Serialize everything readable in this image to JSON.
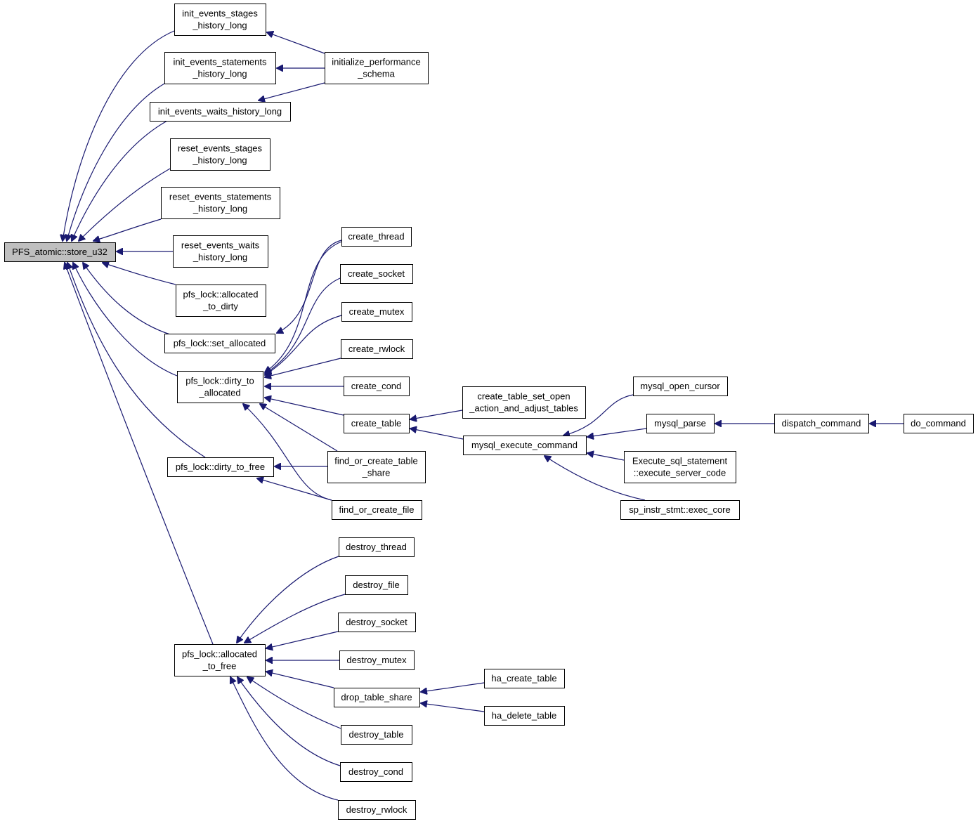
{
  "diagram": {
    "title": "",
    "colors": {
      "edge": "#191970",
      "node_border": "#000000",
      "node_fill": "#ffffff",
      "root_fill": "#bfbfbf"
    },
    "nodes": [
      {
        "id": "store_u32",
        "lines": [
          "PFS_atomic::store_u32"
        ],
        "root": true
      },
      {
        "id": "init_events_stages_history_long",
        "lines": [
          "init_events_stages",
          "_history_long"
        ]
      },
      {
        "id": "init_events_statements_history_long",
        "lines": [
          "init_events_statements",
          "_history_long"
        ]
      },
      {
        "id": "init_events_waits_history_long",
        "lines": [
          "init_events_waits_history_long"
        ]
      },
      {
        "id": "initialize_performance_schema",
        "lines": [
          "initialize_performance",
          "_schema"
        ]
      },
      {
        "id": "reset_events_stages_history_long",
        "lines": [
          "reset_events_stages",
          "_history_long"
        ]
      },
      {
        "id": "reset_events_statements_history_long",
        "lines": [
          "reset_events_statements",
          "_history_long"
        ]
      },
      {
        "id": "reset_events_waits_history_long",
        "lines": [
          "reset_events_waits",
          "_history_long"
        ]
      },
      {
        "id": "allocated_to_dirty",
        "lines": [
          "pfs_lock::allocated",
          "_to_dirty"
        ]
      },
      {
        "id": "set_allocated",
        "lines": [
          "pfs_lock::set_allocated"
        ]
      },
      {
        "id": "dirty_to_allocated",
        "lines": [
          "pfs_lock::dirty_to",
          "_allocated"
        ]
      },
      {
        "id": "dirty_to_free",
        "lines": [
          "pfs_lock::dirty_to_free"
        ]
      },
      {
        "id": "allocated_to_free",
        "lines": [
          "pfs_lock::allocated",
          "_to_free"
        ]
      },
      {
        "id": "create_thread",
        "lines": [
          "create_thread"
        ]
      },
      {
        "id": "create_socket",
        "lines": [
          "create_socket"
        ]
      },
      {
        "id": "create_mutex",
        "lines": [
          "create_mutex"
        ]
      },
      {
        "id": "create_rwlock",
        "lines": [
          "create_rwlock"
        ]
      },
      {
        "id": "create_cond",
        "lines": [
          "create_cond"
        ]
      },
      {
        "id": "create_table",
        "lines": [
          "create_table"
        ]
      },
      {
        "id": "find_or_create_table_share",
        "lines": [
          "find_or_create_table",
          "_share"
        ]
      },
      {
        "id": "find_or_create_file",
        "lines": [
          "find_or_create_file"
        ]
      },
      {
        "id": "create_table_set_open",
        "lines": [
          "create_table_set_open",
          "_action_and_adjust_tables"
        ]
      },
      {
        "id": "mysql_execute_command",
        "lines": [
          "mysql_execute_command"
        ]
      },
      {
        "id": "mysql_open_cursor",
        "lines": [
          "mysql_open_cursor"
        ]
      },
      {
        "id": "mysql_parse",
        "lines": [
          "mysql_parse"
        ]
      },
      {
        "id": "execute_server_code",
        "lines": [
          "Execute_sql_statement",
          "::execute_server_code"
        ]
      },
      {
        "id": "exec_core",
        "lines": [
          "sp_instr_stmt::exec_core"
        ]
      },
      {
        "id": "dispatch_command",
        "lines": [
          "dispatch_command"
        ]
      },
      {
        "id": "do_command",
        "lines": [
          "do_command"
        ]
      },
      {
        "id": "destroy_thread",
        "lines": [
          "destroy_thread"
        ]
      },
      {
        "id": "destroy_file",
        "lines": [
          "destroy_file"
        ]
      },
      {
        "id": "destroy_socket",
        "lines": [
          "destroy_socket"
        ]
      },
      {
        "id": "destroy_mutex",
        "lines": [
          "destroy_mutex"
        ]
      },
      {
        "id": "drop_table_share",
        "lines": [
          "drop_table_share"
        ]
      },
      {
        "id": "destroy_table",
        "lines": [
          "destroy_table"
        ]
      },
      {
        "id": "destroy_cond",
        "lines": [
          "destroy_cond"
        ]
      },
      {
        "id": "destroy_rwlock",
        "lines": [
          "destroy_rwlock"
        ]
      },
      {
        "id": "ha_create_table",
        "lines": [
          "ha_create_table"
        ]
      },
      {
        "id": "ha_delete_table",
        "lines": [
          "ha_delete_table"
        ]
      }
    ],
    "edges": [
      [
        "init_events_stages_history_long",
        "store_u32"
      ],
      [
        "init_events_statements_history_long",
        "store_u32"
      ],
      [
        "init_events_waits_history_long",
        "store_u32"
      ],
      [
        "reset_events_stages_history_long",
        "store_u32"
      ],
      [
        "reset_events_statements_history_long",
        "store_u32"
      ],
      [
        "reset_events_waits_history_long",
        "store_u32"
      ],
      [
        "allocated_to_dirty",
        "store_u32"
      ],
      [
        "set_allocated",
        "store_u32"
      ],
      [
        "dirty_to_allocated",
        "store_u32"
      ],
      [
        "dirty_to_free",
        "store_u32"
      ],
      [
        "allocated_to_free",
        "store_u32"
      ],
      [
        "initialize_performance_schema",
        "init_events_stages_history_long"
      ],
      [
        "initialize_performance_schema",
        "init_events_statements_history_long"
      ],
      [
        "initialize_performance_schema",
        "init_events_waits_history_long"
      ],
      [
        "create_thread",
        "set_allocated"
      ],
      [
        "create_thread",
        "dirty_to_allocated"
      ],
      [
        "create_socket",
        "dirty_to_allocated"
      ],
      [
        "create_mutex",
        "dirty_to_allocated"
      ],
      [
        "create_rwlock",
        "dirty_to_allocated"
      ],
      [
        "create_cond",
        "dirty_to_allocated"
      ],
      [
        "create_table",
        "dirty_to_allocated"
      ],
      [
        "find_or_create_table_share",
        "dirty_to_allocated"
      ],
      [
        "find_or_create_file",
        "dirty_to_allocated"
      ],
      [
        "find_or_create_table_share",
        "dirty_to_free"
      ],
      [
        "find_or_create_file",
        "dirty_to_free"
      ],
      [
        "create_table_set_open",
        "create_table"
      ],
      [
        "mysql_execute_command",
        "create_table"
      ],
      [
        "mysql_open_cursor",
        "mysql_execute_command"
      ],
      [
        "mysql_parse",
        "mysql_execute_command"
      ],
      [
        "execute_server_code",
        "mysql_execute_command"
      ],
      [
        "exec_core",
        "mysql_execute_command"
      ],
      [
        "dispatch_command",
        "mysql_parse"
      ],
      [
        "do_command",
        "dispatch_command"
      ],
      [
        "destroy_thread",
        "allocated_to_free"
      ],
      [
        "destroy_file",
        "allocated_to_free"
      ],
      [
        "destroy_socket",
        "allocated_to_free"
      ],
      [
        "destroy_mutex",
        "allocated_to_free"
      ],
      [
        "drop_table_share",
        "allocated_to_free"
      ],
      [
        "destroy_table",
        "allocated_to_free"
      ],
      [
        "destroy_cond",
        "allocated_to_free"
      ],
      [
        "destroy_rwlock",
        "allocated_to_free"
      ],
      [
        "ha_create_table",
        "drop_table_share"
      ],
      [
        "ha_delete_table",
        "drop_table_share"
      ]
    ]
  }
}
